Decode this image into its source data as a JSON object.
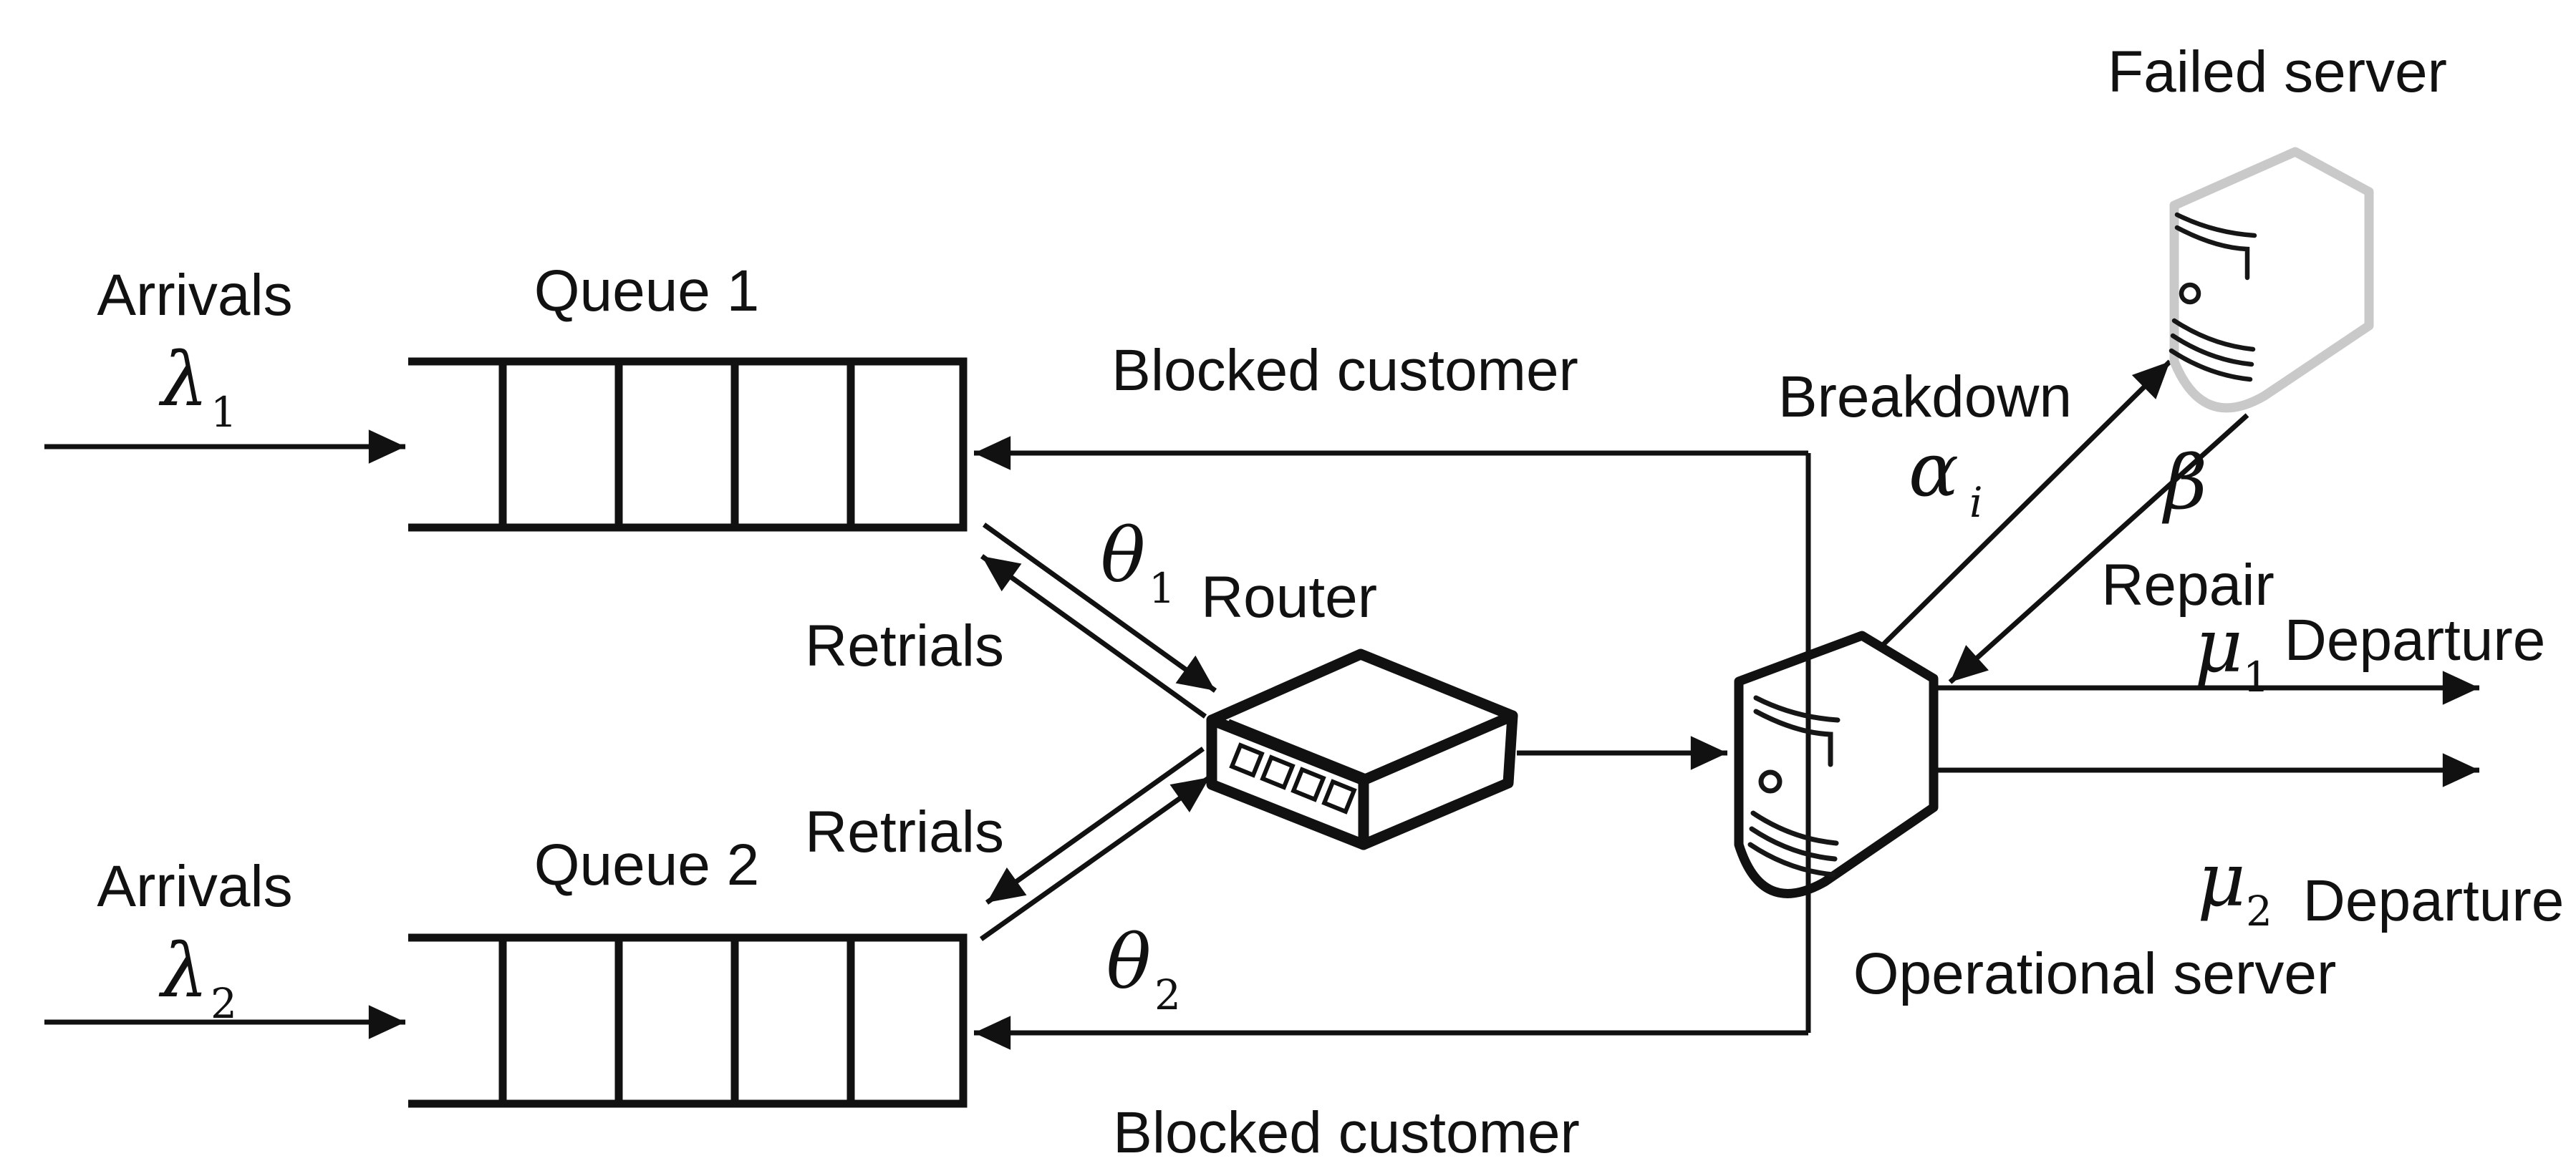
{
  "labels": {
    "arrivals_top": "Arrivals",
    "arrivals_bottom": "Arrivals",
    "queue1": "Queue 1",
    "queue2": "Queue 2",
    "blocked_top": "Blocked customer",
    "blocked_bottom": "Blocked customer",
    "retrials_top": "Retrials",
    "retrials_bottom": "Retrials",
    "router": "Router",
    "failed_server": "Failed server",
    "operational_server": "Operational server",
    "breakdown": "Breakdown",
    "repair": "Repair",
    "departure_top": "Departure",
    "departure_bottom": "Departure"
  },
  "symbols": {
    "lambda1": {
      "base": "λ",
      "sub": "1"
    },
    "lambda2": {
      "base": "λ",
      "sub": "2"
    },
    "theta1": {
      "base": "θ",
      "sub": "1"
    },
    "theta2": {
      "base": "θ",
      "sub": "2"
    },
    "alpha_i": {
      "base": "α",
      "sub": "i"
    },
    "beta": {
      "base": "β"
    },
    "mu1": {
      "base": "μ",
      "sub": "1"
    },
    "mu2": {
      "base": "μ",
      "sub": "2"
    }
  },
  "colors": {
    "ink": "#111111",
    "failed_outline": "#c9c9c9",
    "background": "#ffffff"
  }
}
